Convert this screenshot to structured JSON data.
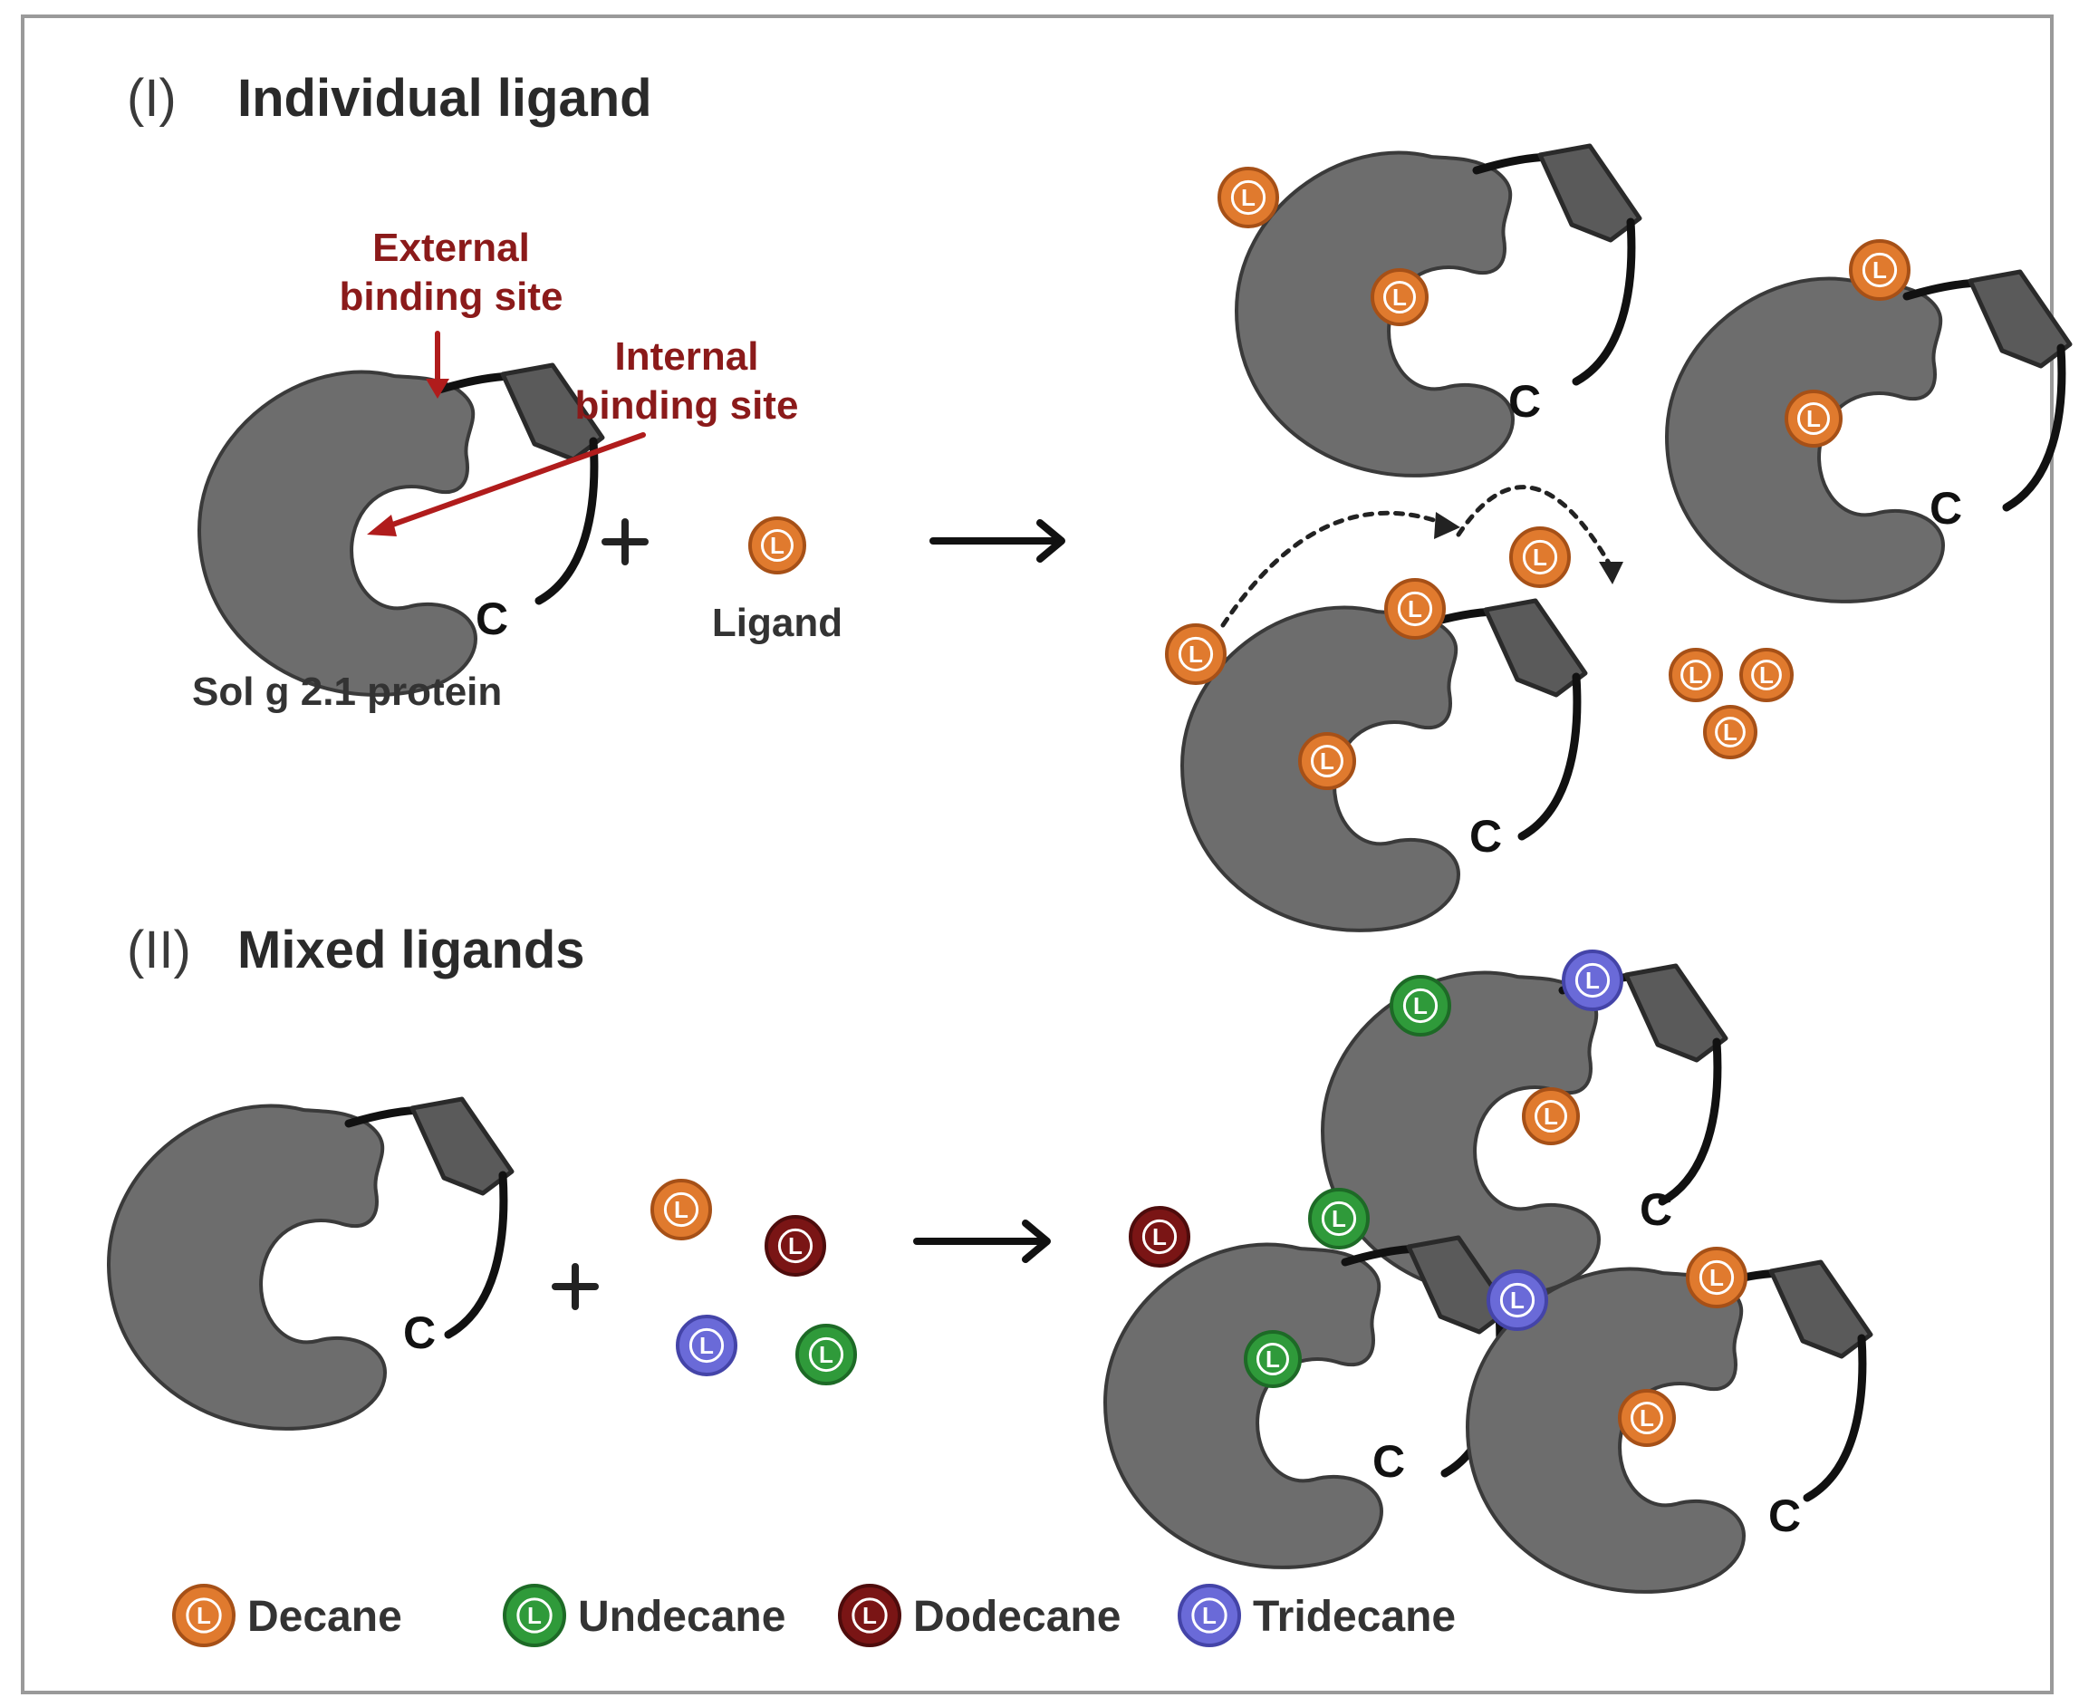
{
  "sections": [
    {
      "numeral": "(I)",
      "title": "Individual ligand"
    },
    {
      "numeral": "(II)",
      "title": "Mixed ligands"
    }
  ],
  "annotations": {
    "external_line1": "External",
    "external_line2": "binding site",
    "internal_line1": "Internal",
    "internal_line2": "binding site"
  },
  "labels": {
    "protein": "Sol g 2.1 protein",
    "ligand": "Ligand",
    "c_terminus": "C",
    "ligand_letter": "L"
  },
  "ligand_types": {
    "decane": {
      "name": "Decane",
      "color": "#e07a2e",
      "stroke": "#a65017"
    },
    "undecane": {
      "name": "Undecane",
      "color": "#2f9a3a",
      "stroke": "#1d6a26"
    },
    "dodecane": {
      "name": "Dodecane",
      "color": "#7a1515",
      "stroke": "#4e0c0c"
    },
    "tridecane": {
      "name": "Tridecane",
      "color": "#6a6ad8",
      "stroke": "#4444a8"
    }
  },
  "legend": [
    "decane",
    "undecane",
    "dodecane",
    "tridecane"
  ]
}
